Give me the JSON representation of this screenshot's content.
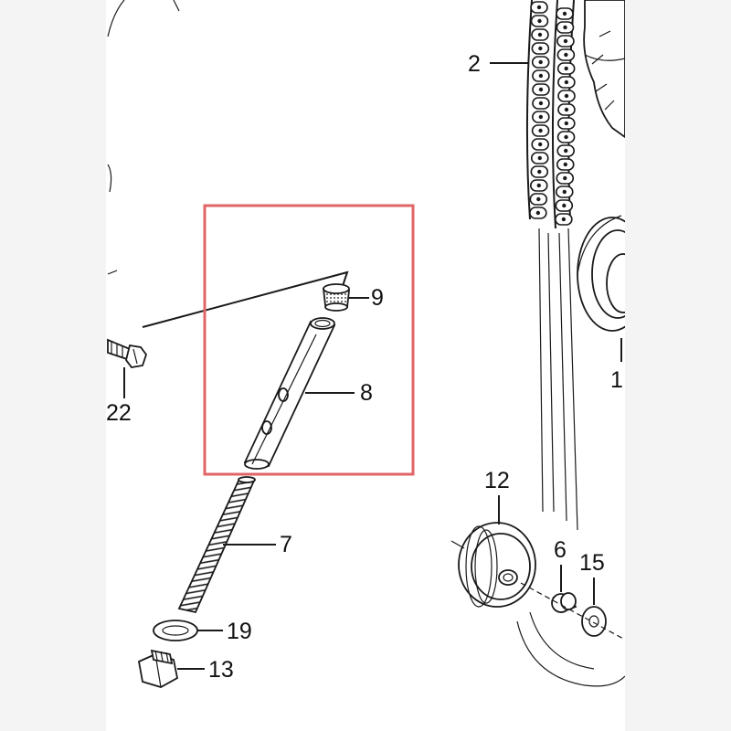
{
  "diagram": {
    "highlight_color": "#e06666",
    "line_color": "#1a1a1a",
    "background": "#ffffff",
    "callouts": [
      {
        "id": "2",
        "label": "2"
      },
      {
        "id": "9",
        "label": "9"
      },
      {
        "id": "8",
        "label": "8"
      },
      {
        "id": "22",
        "label": "22"
      },
      {
        "id": "1",
        "label": "1"
      },
      {
        "id": "12",
        "label": "12"
      },
      {
        "id": "7",
        "label": "7"
      },
      {
        "id": "6",
        "label": "6"
      },
      {
        "id": "15",
        "label": "15"
      },
      {
        "id": "19",
        "label": "19"
      },
      {
        "id": "13",
        "label": "13"
      }
    ]
  }
}
